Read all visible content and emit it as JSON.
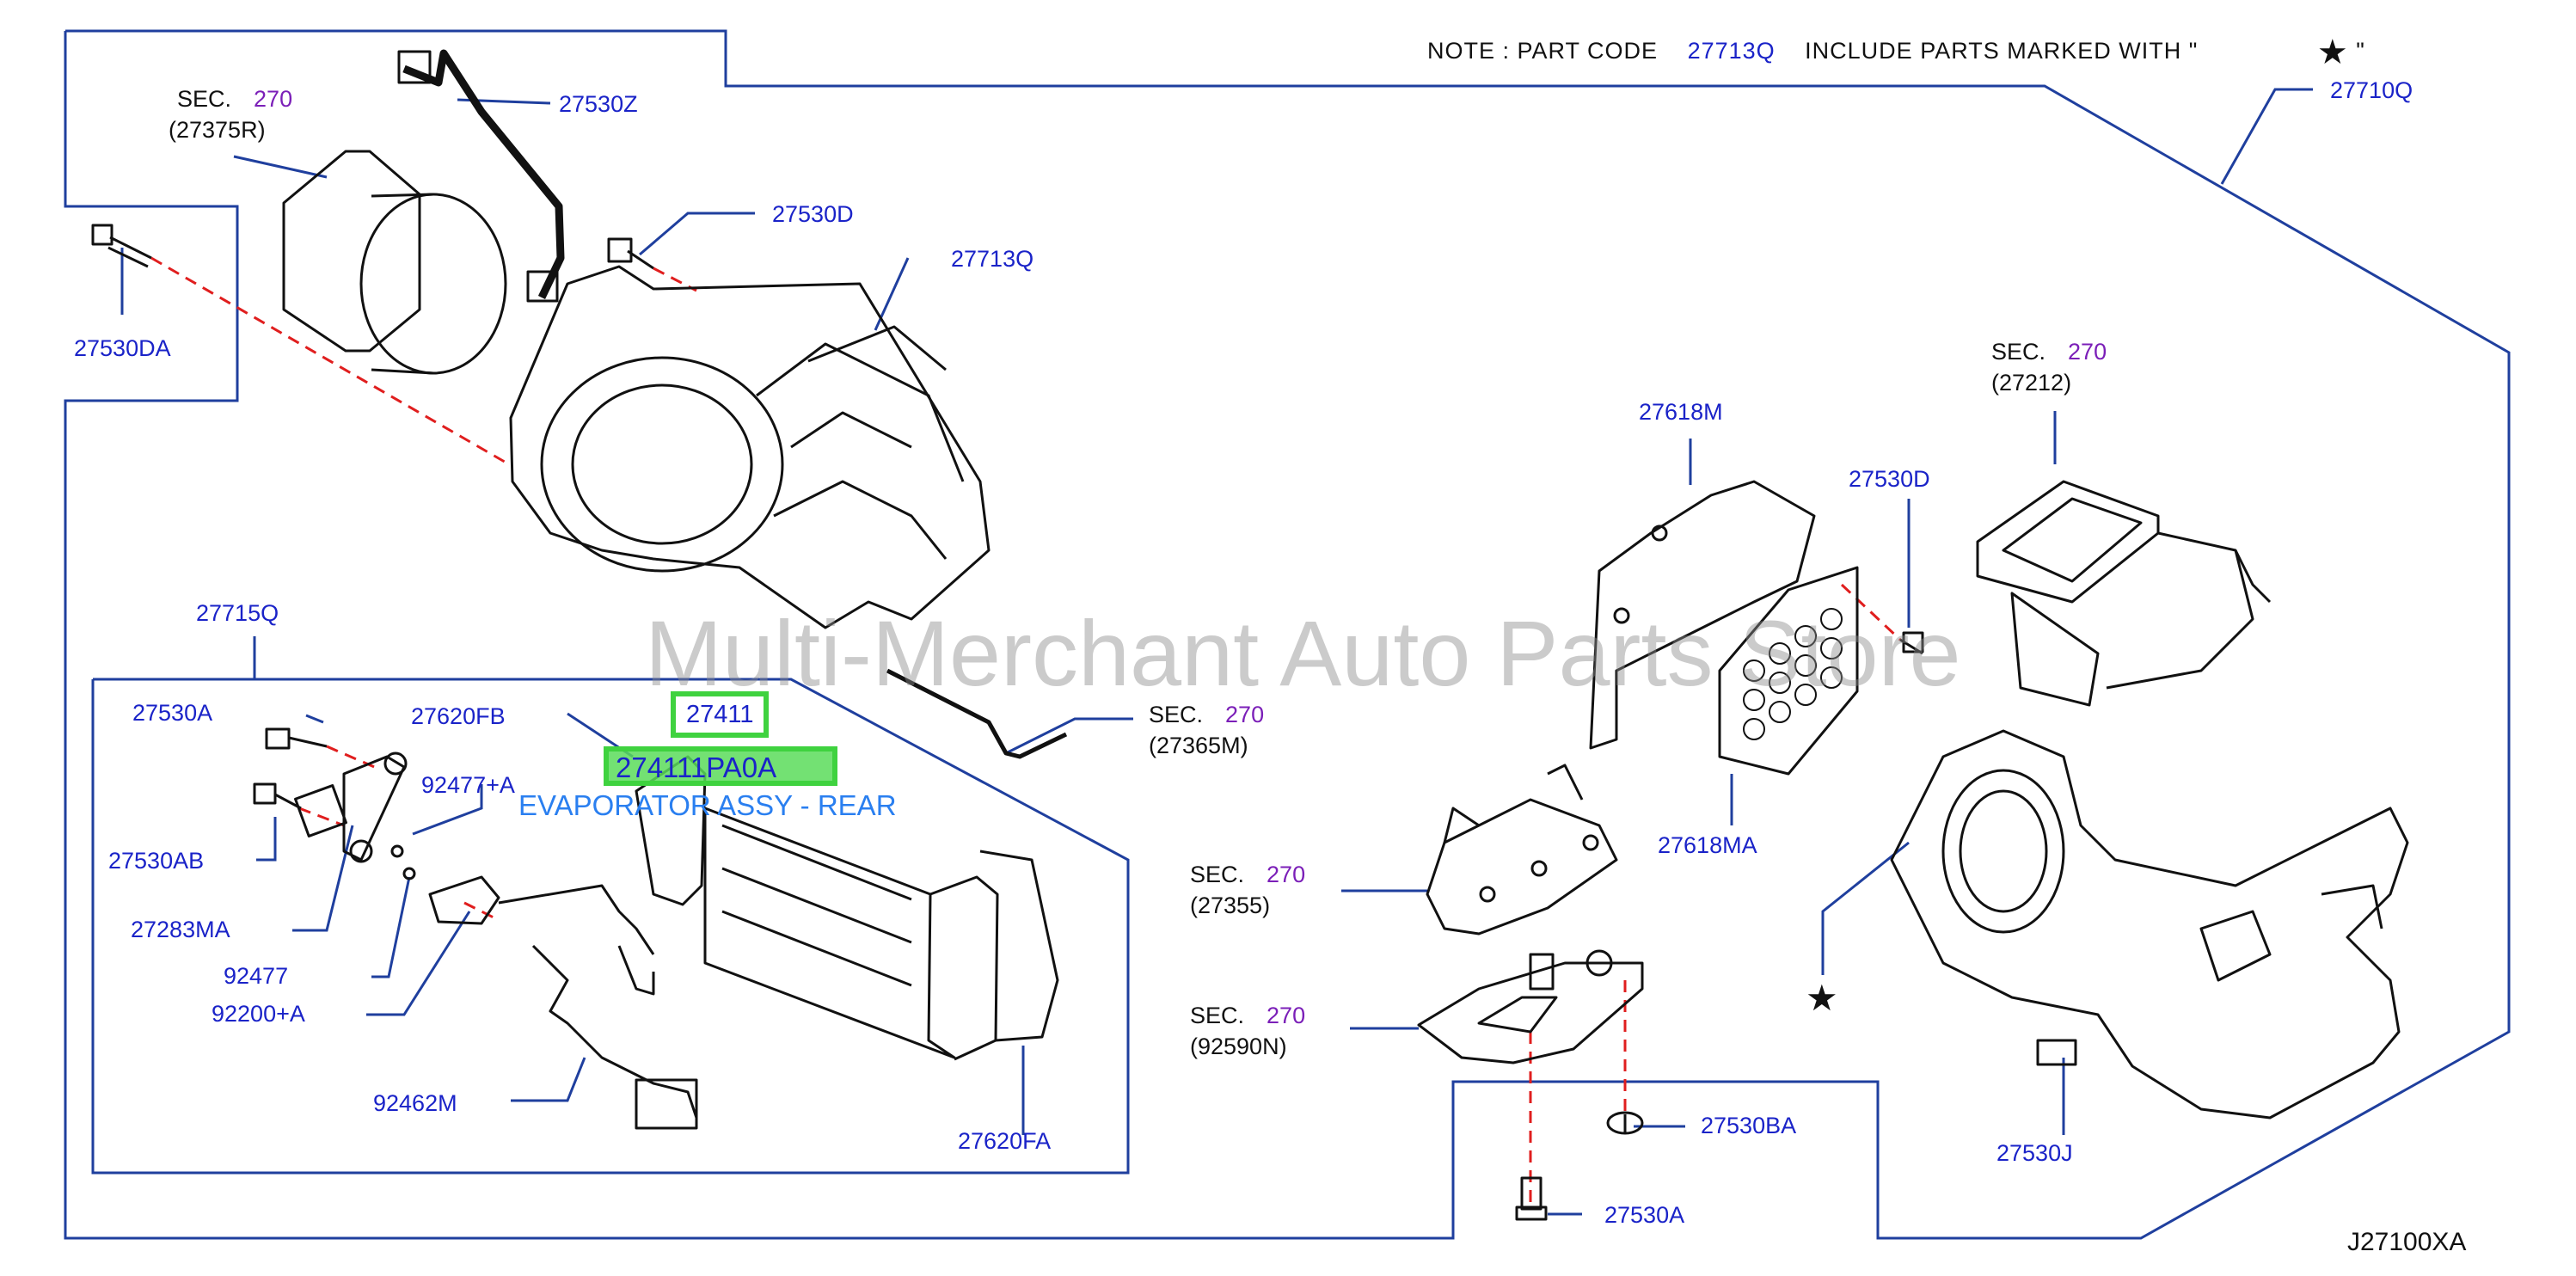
{
  "note": {
    "prefix": "NOTE : PART CODE",
    "code": "27713Q",
    "suffix": "INCLUDE PARTS MARKED WITH \"",
    "star": "★",
    "end": "\""
  },
  "labels": {
    "p27530Z": "27530Z",
    "p27530D_top": "27530D",
    "p27713Q": "27713Q",
    "p27710Q": "27710Q",
    "p27530DA": "27530DA",
    "p27715Q": "27715Q",
    "p27530A_left": "27530A",
    "p27620FB": "27620FB",
    "p92477A": "92477+A",
    "p27530AB": "27530AB",
    "p27283MA": "27283MA",
    "p92477": "92477",
    "p92200A": "92200+A",
    "p92462M": "92462M",
    "p27620FA": "27620FA",
    "p27618M": "27618M",
    "p27530D_right": "27530D",
    "p27618MA": "27618MA",
    "p27530BA": "27530BA",
    "p27530A_bottom": "27530A",
    "p27530J": "27530J"
  },
  "sections": {
    "sec_top_left": {
      "word": "SEC.",
      "num": "270",
      "code": "(27375R)"
    },
    "sec_top_right": {
      "word": "SEC.",
      "num": "270",
      "code": "(27212)"
    },
    "sec_mid": {
      "word": "SEC.",
      "num": "270",
      "code": "(27365M)"
    },
    "sec_27355": {
      "word": "SEC.",
      "num": "270",
      "code": "(27355)"
    },
    "sec_92590N": {
      "word": "SEC.",
      "num": "270",
      "code": "(92590N)"
    }
  },
  "highlight": {
    "part": "27411",
    "part_number": "274111PA0A",
    "description": "EVAPORATOR ASSY - REAR"
  },
  "watermark": "Multi-Merchant Auto Parts Store",
  "star_marker": "★",
  "diagram_ref": "J27100XA",
  "colors": {
    "part_label": "#1a23c8",
    "section_number": "#7b1fb8",
    "leader_line": "#1f3f9e",
    "dashed_line": "#e01e1e",
    "highlight": "#3fd23f"
  }
}
